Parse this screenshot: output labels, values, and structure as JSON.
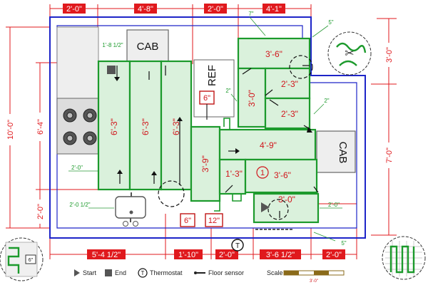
{
  "top_dims": [
    "2'-0\"",
    "4'-8\"",
    "2'-0\"",
    "4'-1\""
  ],
  "bottom_dims": [
    "5'-4 1/2\"",
    "1'-10\"",
    "2'-0\"",
    "3'-6 1/2\"",
    "2'-0\""
  ],
  "left_outer_dim": "10'-0\"",
  "left_inner_dims": [
    "6'-4\"",
    "2'-0\""
  ],
  "right_dims": [
    "3'-0\"",
    "7'-0\""
  ],
  "green_notes": {
    "top_seven": "7\"",
    "top_five": "5\"",
    "one_eight": "1'-8 1/2\"",
    "two_a": "2\"",
    "two_b": "2\"",
    "left_two": "2'-0\"",
    "left_two_half": "2'-0 1/2\"",
    "right_two": "2'-0\"",
    "bottom_five": "5\""
  },
  "zones": [
    {
      "key": "z1",
      "label": "6'-3\""
    },
    {
      "key": "z2",
      "label": "6'-3\""
    },
    {
      "key": "z3",
      "label": "6'-3\""
    },
    {
      "key": "z4",
      "label": "3'-9\""
    },
    {
      "key": "z5",
      "label": "4'-9\""
    },
    {
      "key": "z6",
      "label": "1'-3\""
    },
    {
      "key": "z7",
      "label": "3'-6\""
    },
    {
      "key": "z8",
      "label": "3'-0\""
    },
    {
      "key": "z9",
      "label": "3'-6\""
    },
    {
      "key": "z10",
      "label": "3'-0\""
    },
    {
      "key": "z11",
      "label": "2'-3\""
    },
    {
      "key": "z12",
      "label": "2'-3\""
    }
  ],
  "labels": {
    "cab_top": "CAB",
    "cab_right": "CAB",
    "ref": "REF"
  },
  "sensors": {
    "s6_top": "6\"",
    "s6_bottom": "6\"",
    "s12": "12\""
  },
  "circle_number": "1",
  "thermostat_letter": "T",
  "inset_label": "6\"",
  "legend": {
    "start": "Start",
    "end": "End",
    "thermostat": "Thermostat",
    "floor_sensor": "Floor sensor",
    "scale": "Scale",
    "scale_value": "3'-0\""
  }
}
